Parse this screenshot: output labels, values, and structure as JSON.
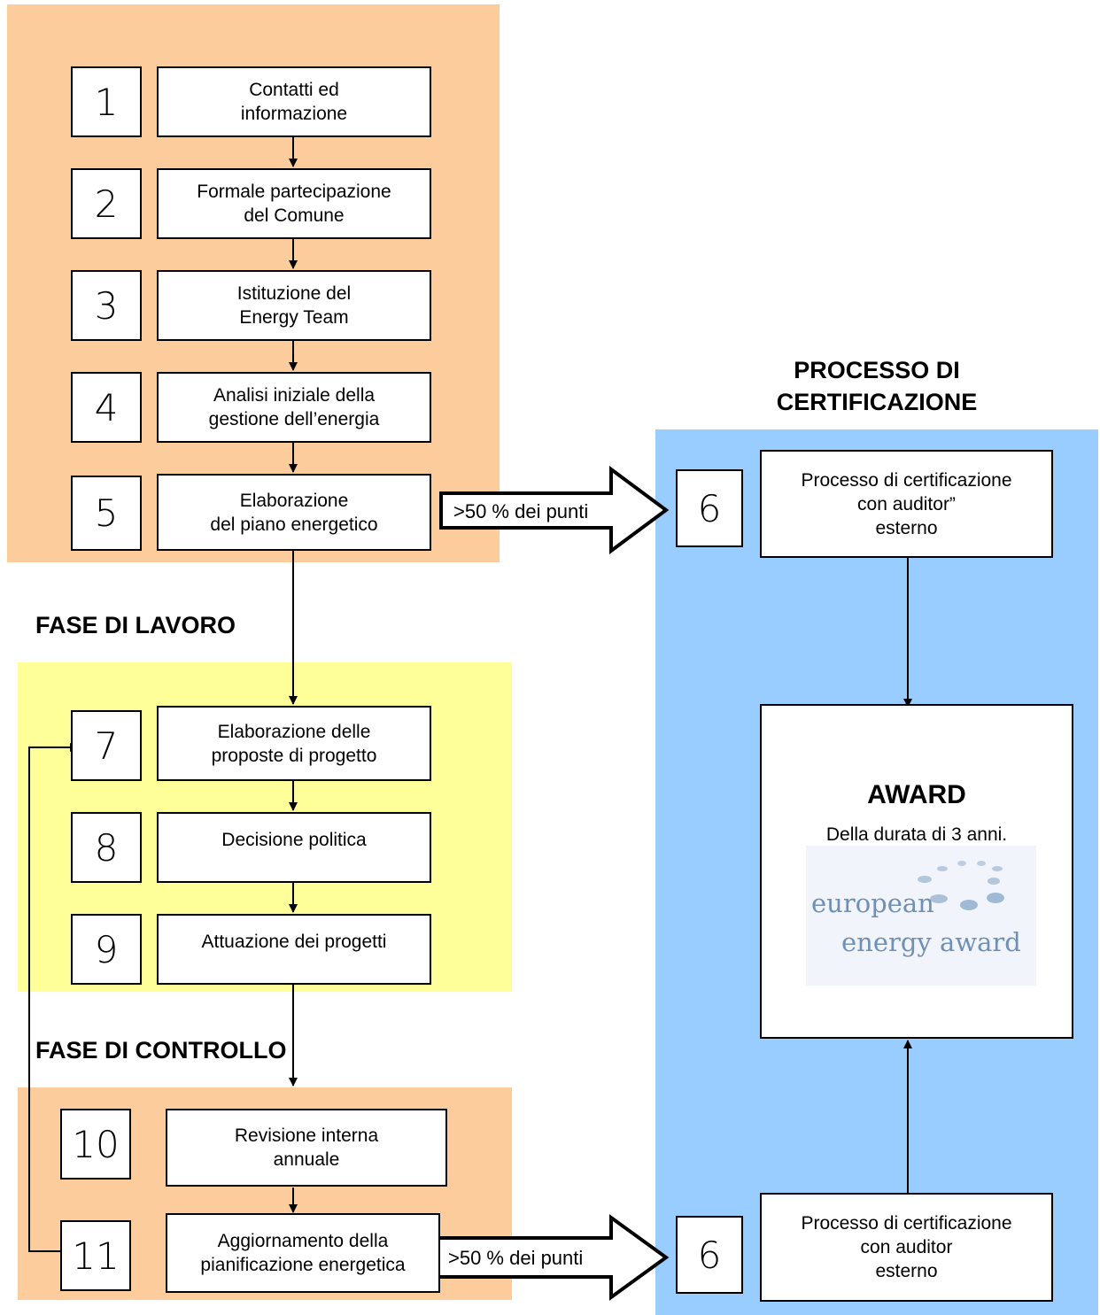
{
  "headings": {
    "fase_lavoro": "FASE DI LAVORO",
    "fase_controllo": "FASE  DI CONTROLLO",
    "certificazione": "PROCESSO DI\nCERTIFICAZIONE"
  },
  "steps": [
    {
      "num": "1",
      "text": "Contatti ed\ninformazione"
    },
    {
      "num": "2",
      "text": "Formale partecipazione\ndel Comune"
    },
    {
      "num": "3",
      "text": "Istituzione del\nEnergy Team"
    },
    {
      "num": "4",
      "text": "Analisi iniziale della\ngestione dell’energia"
    },
    {
      "num": "5",
      "text": "Elaborazione\ndel piano energetico"
    },
    {
      "num": "7",
      "text": "Elaborazione delle\nproposte di progetto"
    },
    {
      "num": "8",
      "text": "Decisione politica"
    },
    {
      "num": "9",
      "text": "Attuazione dei progetti"
    },
    {
      "num": "10",
      "text": "Revisione interna\nannuale"
    },
    {
      "num": "11",
      "text": "Aggiornamento della\npianificazione energetica"
    }
  ],
  "certification": [
    {
      "num": "6",
      "text": "Processo di certificazione\ncon auditor”\nesterno"
    },
    {
      "num": "6",
      "text": "Processo di certificazione\ncon auditor\nesterno"
    }
  ],
  "arrow_labels": [
    ">50 % dei punti",
    ">50 % dei punti"
  ],
  "award": {
    "title": "AWARD",
    "subtitle": "Della durata di 3 anni.",
    "logo_line1": "european",
    "logo_line2": "energy award"
  },
  "colors": {
    "peach": "#fccc9c",
    "yellow": "#ffff99",
    "blue": "#99ccff"
  }
}
